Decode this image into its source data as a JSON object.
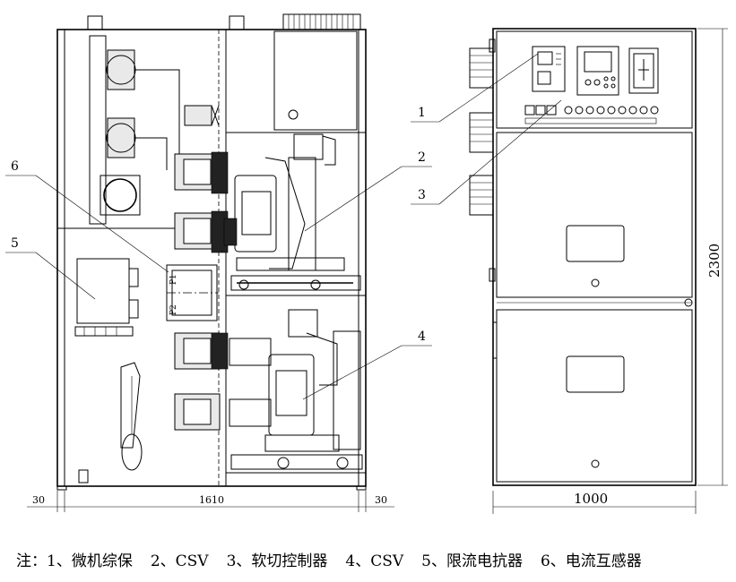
{
  "callouts": [
    "1",
    "2",
    "3",
    "4",
    "5",
    "6"
  ],
  "dimensions": {
    "left_margin": "30",
    "overall_width": "1610",
    "right_margin": "30",
    "front_width": "1000",
    "height": "2300"
  },
  "component_marks": {
    "p1": "P1",
    "p2": "P2"
  },
  "note": {
    "prefix": "注：",
    "items": [
      "1、微机综保",
      "2、CSV",
      "3、软切控制器",
      "4、CSV",
      "5、限流电抗器",
      "6、电流互感器"
    ]
  }
}
